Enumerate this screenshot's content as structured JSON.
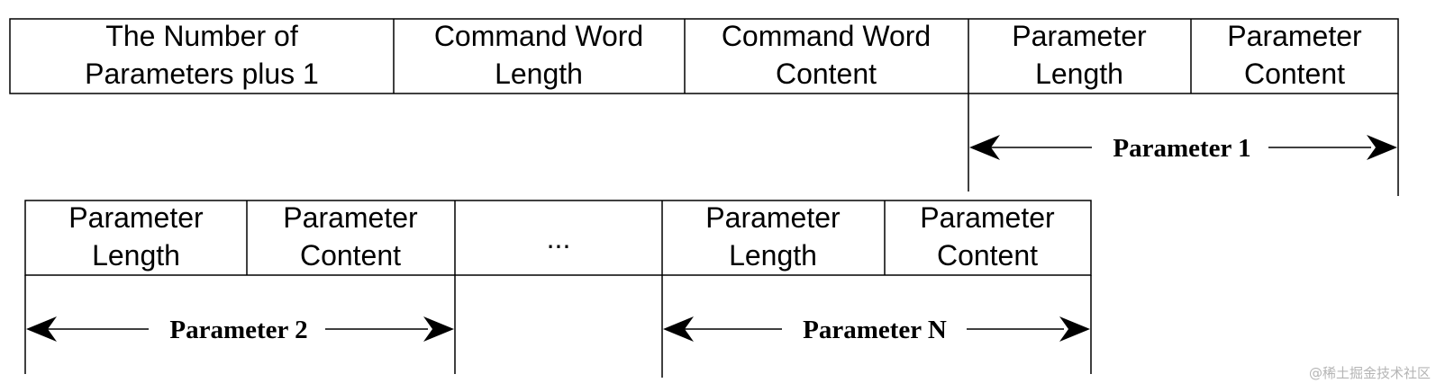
{
  "row1": {
    "cells": [
      [
        "The Number of",
        "Parameters plus 1"
      ],
      [
        "Command Word",
        "Length"
      ],
      [
        "Command Word",
        "Content"
      ],
      [
        "Parameter",
        "Length"
      ],
      [
        "Parameter",
        "Content"
      ]
    ]
  },
  "row2": {
    "cells": [
      [
        "Parameter",
        "Length"
      ],
      [
        "Parameter",
        "Content"
      ],
      [
        "..."
      ],
      [
        "Parameter",
        "Length"
      ],
      [
        "Parameter",
        "Content"
      ]
    ]
  },
  "spans": {
    "parameter_1": "Parameter 1",
    "parameter_2": "Parameter 2",
    "parameter_n": "Parameter N"
  },
  "watermark": "@稀土掘金技术社区"
}
